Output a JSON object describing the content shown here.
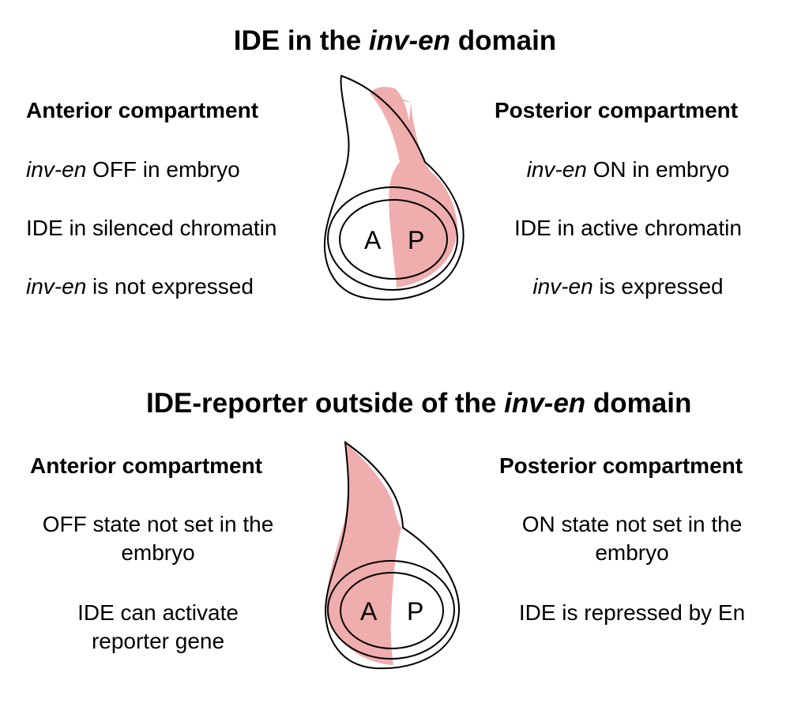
{
  "top": {
    "title": {
      "pre": "IDE in the ",
      "italic": "inv-en",
      "post": " domain"
    },
    "anterior": {
      "heading": "Anterior compartment",
      "l1": {
        "italic": "inv-en",
        "rest": " OFF in embryo"
      },
      "l2": "IDE in silenced chromatin",
      "l3": {
        "italic": "inv-en",
        "rest": " is not expressed"
      }
    },
    "posterior": {
      "heading": "Posterior compartment",
      "l1": {
        "italic": "inv-en",
        "rest": " ON in embryo"
      },
      "l2": "IDE in active chromatin",
      "l3": {
        "italic": "inv-en",
        "rest": " is expressed"
      }
    },
    "disc_labels": {
      "a": "A",
      "p": "P"
    }
  },
  "bottom": {
    "title": {
      "pre": "IDE-reporter outside of the ",
      "italic": "inv-en",
      "post": " domain"
    },
    "anterior": {
      "heading": "Anterior compartment",
      "p1": [
        "OFF state not set in the",
        "embryo"
      ],
      "p2": [
        "IDE can activate",
        "reporter gene"
      ]
    },
    "posterior": {
      "heading": "Posterior compartment",
      "p1": [
        "ON state not set in the",
        "embryo"
      ],
      "p2": "IDE is repressed by En"
    },
    "disc_labels": {
      "a": "A",
      "p": "P"
    }
  },
  "colors": {
    "highlight": "#f0adad",
    "outline": "#000000"
  }
}
